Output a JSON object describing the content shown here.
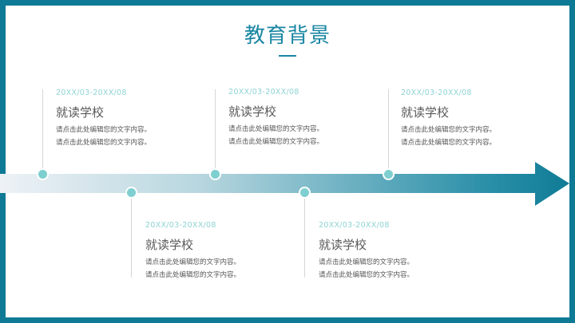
{
  "slide": {
    "title": "教育背景",
    "colors": {
      "border": "#0e7a95",
      "title": "#1a86a3",
      "date": "#8fd3d3",
      "node": "#7ecfcf",
      "arrow_start": "#eef2f6",
      "arrow_end": "#0e7a95"
    }
  },
  "timeline": {
    "top": [
      {
        "date": "20XX/03-20XX/08",
        "school": "就读学校",
        "lines": [
          "请点击此处编辑您的文字内容。",
          "请点击此处编辑您的文字内容。"
        ]
      },
      {
        "date": "20XX/03-20XX/08",
        "school": "就读学校",
        "lines": [
          "请点击此处编辑您的文字内容。",
          "请点击此处编辑您的文字内容。"
        ]
      },
      {
        "date": "20XX/03-20XX/08",
        "school": "就读学校",
        "lines": [
          "请点击此处编辑您的文字内容。",
          "请点击此处编辑您的文字内容。"
        ]
      }
    ],
    "bottom": [
      {
        "date": "20XX/03-20XX/08",
        "school": "就读学校",
        "lines": [
          "请点击此处编辑您的文字内容。",
          "请点击此处编辑您的文字内容。"
        ]
      },
      {
        "date": "20XX/03-20XX/08",
        "school": "就读学校",
        "lines": [
          "请点击此处编辑您的文字内容。",
          "请点击此处编辑您的文字内容。"
        ]
      }
    ]
  }
}
